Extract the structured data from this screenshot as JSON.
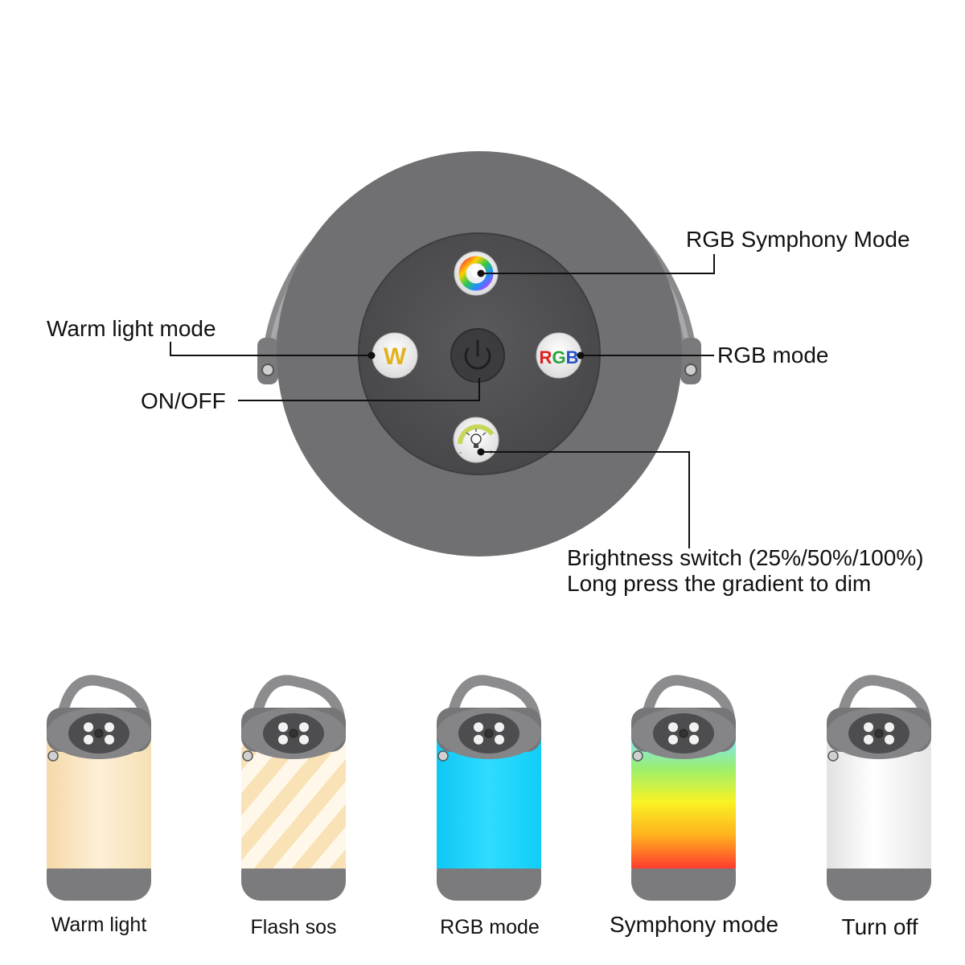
{
  "callouts": {
    "rgb_symphony": "RGB Symphony Mode",
    "warm_light": "Warm light mode",
    "rgb_mode": "RGB mode",
    "on_off": "ON/OFF",
    "brightness_line1": "Brightness switch (25%/50%/100%)",
    "brightness_line2": "Long press the gradient to dim"
  },
  "buttons": {
    "warm_letter": "W",
    "rgb_r": "R",
    "rgb_g": "G",
    "rgb_b": "B"
  },
  "modes": [
    {
      "label": "Warm light"
    },
    {
      "label": "Flash sos"
    },
    {
      "label": "RGB mode"
    },
    {
      "label": "Symphony mode"
    },
    {
      "label": "Turn off"
    }
  ],
  "colors": {
    "body_gray": "#6e6e70",
    "panel_dark": "#4b4b4d",
    "handle_gray": "#8a8a8c",
    "warm_glow": "#fbe8c3",
    "rgb_blue": "#16d3ff",
    "off_white": "#f2f2f2",
    "w_yellow": "#e2b21f",
    "r_red": "#e02020",
    "g_green": "#27a33a",
    "b_blue": "#2553c8"
  }
}
